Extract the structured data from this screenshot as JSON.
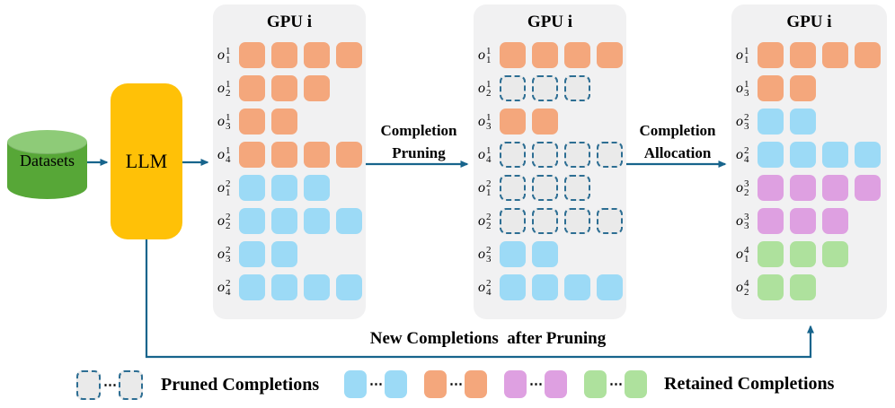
{
  "colors": {
    "orange": "#F4A77C",
    "blue": "#9CDAF6",
    "pink": "#DEA0E1",
    "green": "#AEE19D",
    "pruned_fill": "#EAEAEA",
    "pruned_border": "#2D6E93",
    "panel_bg": "#F1F1F2",
    "arrow": "#17648C",
    "llm_fill": "#FFC107",
    "dataset_body": "#57A737",
    "dataset_top": "#8ECB78"
  },
  "dataset": {
    "label": "Datasets"
  },
  "llm": {
    "label": "LLM"
  },
  "flow_labels": {
    "pruning": {
      "line1": "Completion",
      "line2": "Pruning"
    },
    "allocation": {
      "line1": "Completion",
      "line2": "Allocation"
    },
    "feedback": "New Completions  after Pruning"
  },
  "panels": [
    {
      "title": "GPU i",
      "rows": [
        {
          "base": "o",
          "sub": "1",
          "sup": "1",
          "count": 4,
          "color": "orange"
        },
        {
          "base": "o",
          "sub": "2",
          "sup": "1",
          "count": 3,
          "color": "orange"
        },
        {
          "base": "o",
          "sub": "3",
          "sup": "1",
          "count": 2,
          "color": "orange"
        },
        {
          "base": "o",
          "sub": "4",
          "sup": "1",
          "count": 4,
          "color": "orange"
        },
        {
          "base": "o",
          "sub": "1",
          "sup": "2",
          "count": 3,
          "color": "blue"
        },
        {
          "base": "o",
          "sub": "2",
          "sup": "2",
          "count": 4,
          "color": "blue"
        },
        {
          "base": "o",
          "sub": "3",
          "sup": "2",
          "count": 2,
          "color": "blue"
        },
        {
          "base": "o",
          "sub": "4",
          "sup": "2",
          "count": 4,
          "color": "blue"
        }
      ]
    },
    {
      "title": "GPU i",
      "rows": [
        {
          "base": "o",
          "sub": "1",
          "sup": "1",
          "count": 4,
          "color": "orange"
        },
        {
          "base": "o",
          "sub": "2",
          "sup": "1",
          "count": 3,
          "color": "pruned"
        },
        {
          "base": "o",
          "sub": "3",
          "sup": "1",
          "count": 2,
          "color": "orange"
        },
        {
          "base": "o",
          "sub": "4",
          "sup": "1",
          "count": 4,
          "color": "pruned"
        },
        {
          "base": "o",
          "sub": "1",
          "sup": "2",
          "count": 3,
          "color": "pruned"
        },
        {
          "base": "o",
          "sub": "2",
          "sup": "2",
          "count": 4,
          "color": "pruned"
        },
        {
          "base": "o",
          "sub": "3",
          "sup": "2",
          "count": 2,
          "color": "blue"
        },
        {
          "base": "o",
          "sub": "4",
          "sup": "2",
          "count": 4,
          "color": "blue"
        }
      ]
    },
    {
      "title": "GPU i",
      "rows": [
        {
          "base": "o",
          "sub": "1",
          "sup": "1",
          "count": 4,
          "color": "orange"
        },
        {
          "base": "o",
          "sub": "3",
          "sup": "1",
          "count": 2,
          "color": "orange"
        },
        {
          "base": "o",
          "sub": "3",
          "sup": "2",
          "count": 2,
          "color": "blue"
        },
        {
          "base": "o",
          "sub": "4",
          "sup": "2",
          "count": 4,
          "color": "blue"
        },
        {
          "base": "o",
          "sub": "2",
          "sup": "3",
          "count": 4,
          "color": "pink"
        },
        {
          "base": "o",
          "sub": "3",
          "sup": "3",
          "count": 3,
          "color": "pink"
        },
        {
          "base": "o",
          "sub": "1",
          "sup": "4",
          "count": 3,
          "color": "green"
        },
        {
          "base": "o",
          "sub": "2",
          "sup": "4",
          "count": 2,
          "color": "green"
        }
      ]
    }
  ],
  "legend": {
    "dots": "⋯",
    "pruned_label": "Pruned Completions",
    "retained_label": "Retained Completions",
    "retained_colors": [
      "blue",
      "orange",
      "pink",
      "green"
    ]
  }
}
